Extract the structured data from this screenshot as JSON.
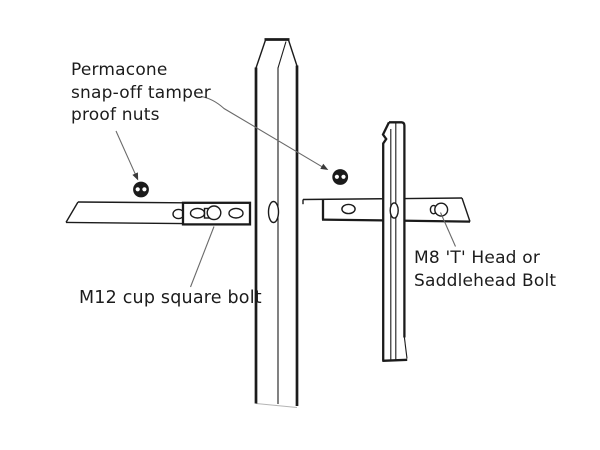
{
  "colors": {
    "background": "#ffffff",
    "line": "#1b1b1b",
    "leader": "#6a6a6a",
    "arrow": "#3a3a3a",
    "text": "#1c1c1c",
    "shadow": "#b5b5b5"
  },
  "labels": {
    "permacone_nuts": "Permacone\nsnap-off tamper\nproof nuts",
    "m12_bolt": "M12 cup square bolt",
    "m8_bolt": "M8 'T' Head or\nSaddlehead Bolt"
  }
}
